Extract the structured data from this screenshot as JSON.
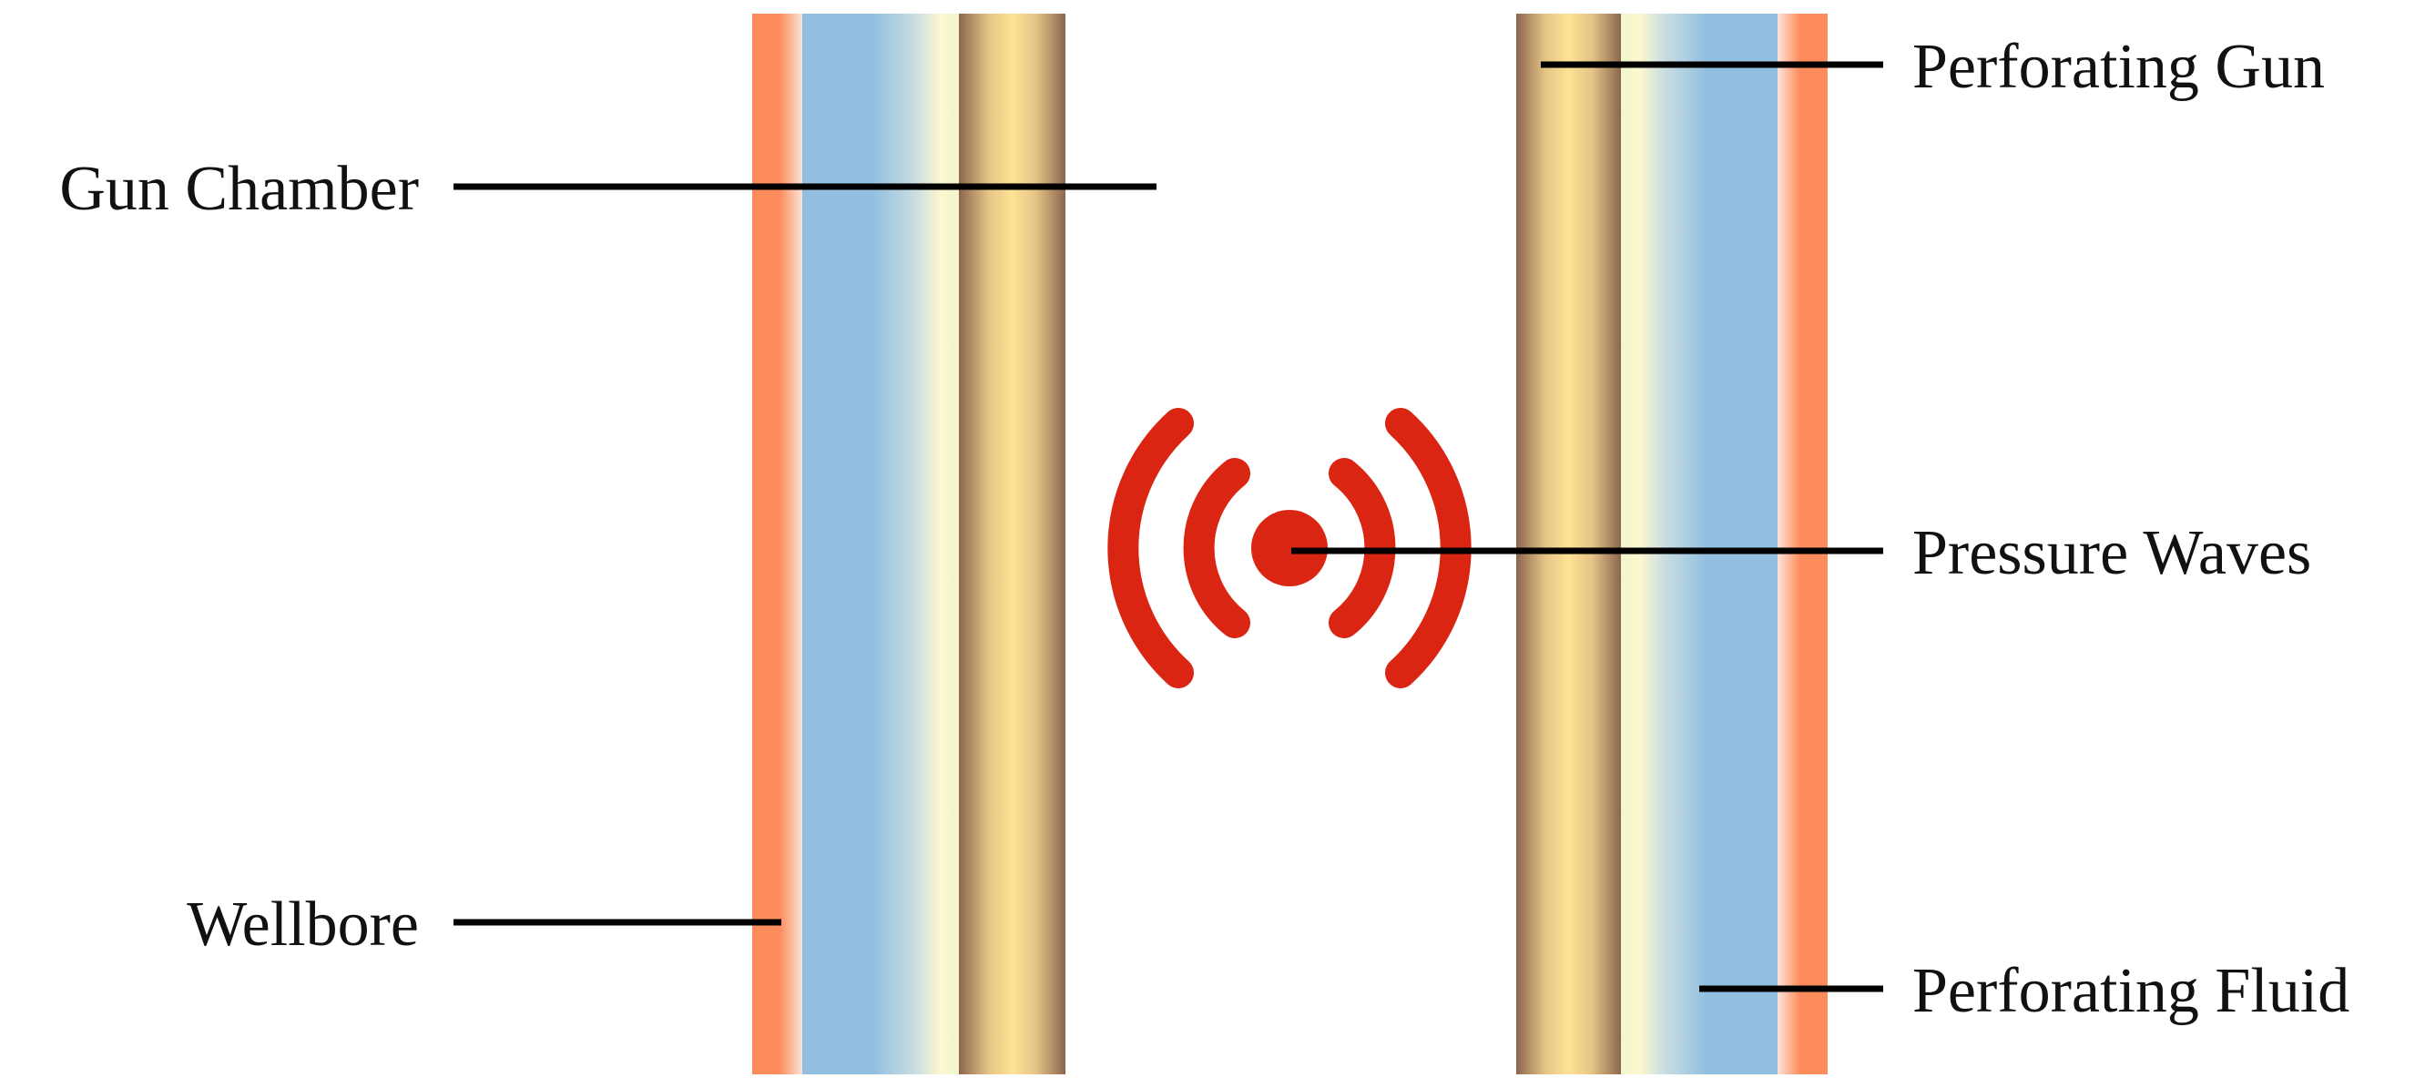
{
  "labels": {
    "gun_chamber": "Gun Chamber",
    "wellbore": "Wellbore",
    "perforating_gun": "Perforating Gun",
    "pressure_waves": "Pressure Waves",
    "perforating_fluid": "Perforating Fluid"
  },
  "colors": {
    "wellbore": "#fd8c5c",
    "perforating_fluid": "#92bfe0",
    "fluid_highlight": "#fcf8cf",
    "gun_light": "#fde294",
    "gun_dark": "#8b664f",
    "pressure_waves": "#d92512",
    "leader_line": "#000000"
  },
  "icons": {
    "pressure_waves": "signal-waves-icon"
  }
}
